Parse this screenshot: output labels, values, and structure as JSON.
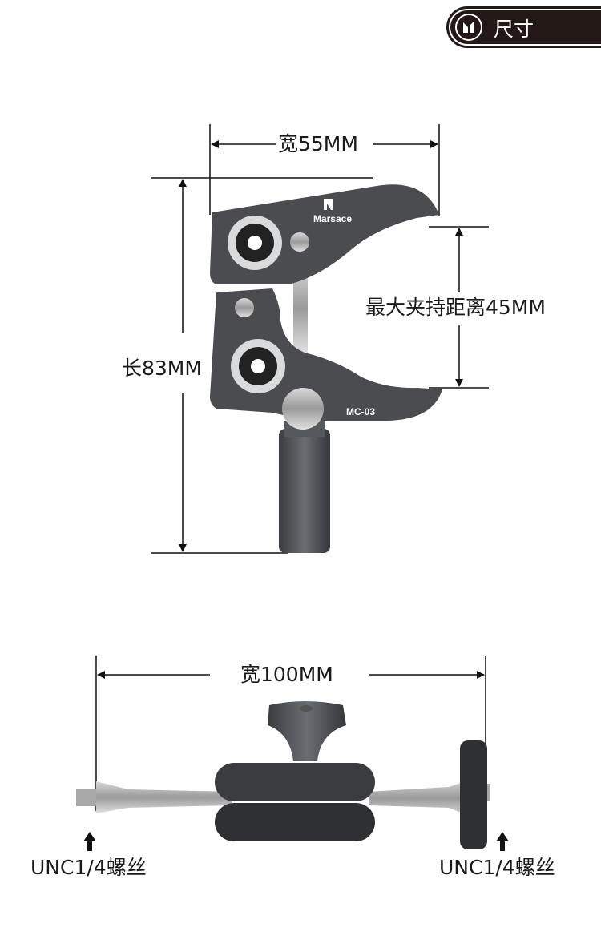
{
  "header": {
    "title": "尺寸",
    "logo_icon": "marsace-m-logo"
  },
  "clamp": {
    "brand": "Marsace",
    "model": "MC-03",
    "width_label": "宽55MM",
    "length_label": "长83MM",
    "max_clamp_label": "最大夹持距离45MM"
  },
  "arm": {
    "width_label": "宽100MM",
    "left_thread_label": "UNC1/4螺丝",
    "right_thread_label": "UNC1/4螺丝"
  },
  "colors": {
    "badge_bg": "#231815",
    "product_gray": "#4a4c50"
  }
}
